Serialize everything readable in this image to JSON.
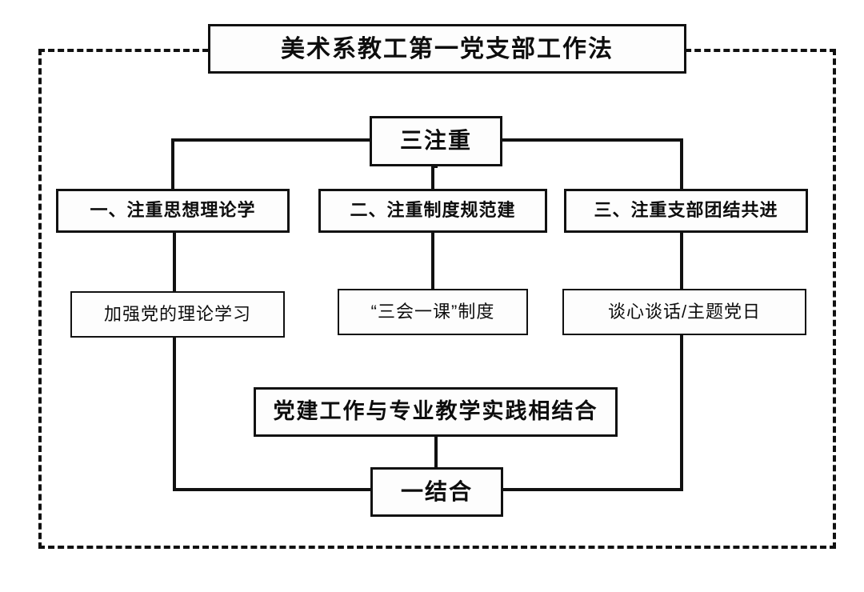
{
  "diagram": {
    "title": "美术系教工第一党支部工作法",
    "core": "三注重",
    "result": "一结合",
    "combine": "党建工作与专业教学实践相结合",
    "pillars": [
      {
        "label": "一、注重思想理论学",
        "detail": "加强党的理论学习"
      },
      {
        "label": "二、注重制度规范建",
        "detail": "“三会一课”制度"
      },
      {
        "label": "三、注重支部团结共进",
        "detail": "谈心谈话/主题党日"
      }
    ],
    "colors": {
      "stroke": "#111111",
      "text": "#0d0d0d",
      "background": "#ffffff",
      "box_fill": "#fdfdfd"
    }
  }
}
